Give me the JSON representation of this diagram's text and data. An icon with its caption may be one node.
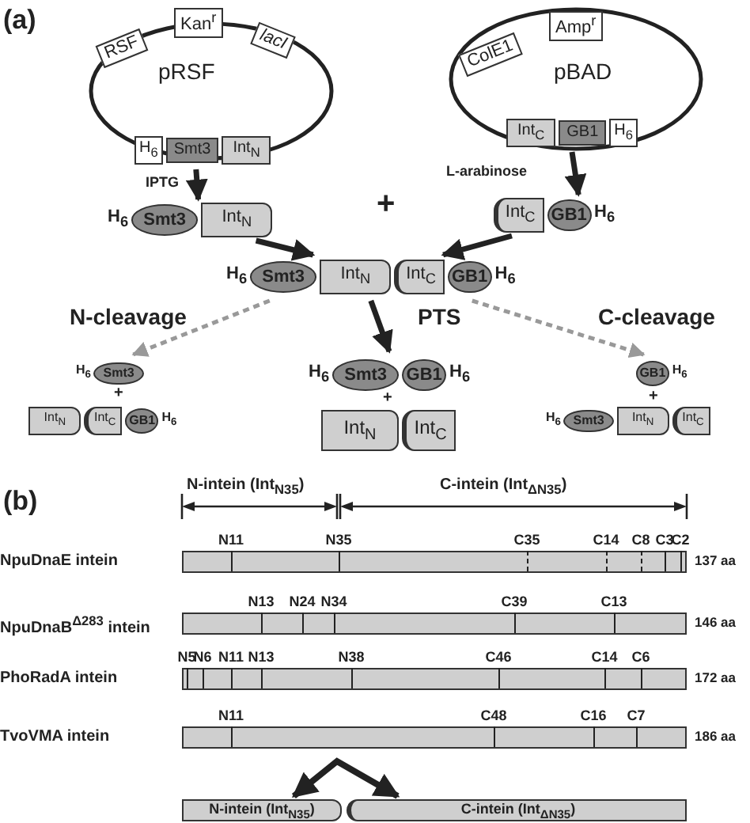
{
  "diagram": {
    "nodes": [
      {
        "text": [
          "pRSF"
        ]
      },
      {
        "text": [
          "RSF"
        ],
        "in": 0
      },
      {
        "text": [
          "Kan$^{r}$"
        ],
        "in": 0
      },
      {
        "text": [
          "lacI"
        ],
        "in": 0
      },
      {
        "text": [
          "H$_{6}$",
          "Smt3",
          "Int$_{N}$"
        ],
        "in": 0
      },
      {
        "text": [
          "pBAD"
        ]
      },
      {
        "text": [
          "ColE1"
        ],
        "in": 5
      },
      {
        "text": [
          "Amp$^{r}$"
        ],
        "in": 5
      },
      {
        "text": [
          "Int$_{C}$",
          "GB1",
          "H$_{6}$"
        ],
        "in": 5
      },
      {
        "text": [
          "H$_{6}$",
          "Smt3",
          "Int$_{N}$"
        ]
      },
      {
        "text": [
          "Int$_{C}$",
          "GB1",
          "H$_{6}$"
        ]
      },
      {
        "text": [
          "H$_{6}$",
          "Smt3",
          "Int$_{N}$",
          "Int$_{C}$",
          "GB1",
          "H$_{6}$"
        ]
      },
      {
        "text": [
          "H$_{6}$",
          "Smt3"
        ]
      },
      {
        "text": [
          "Int$_{N}$",
          "Int$_{C}$",
          "GB1",
          "H$_{6}$"
        ]
      },
      {
        "text": [
          "H$_{6}$",
          "Smt3",
          "GB1",
          "H$_{6}$"
        ]
      },
      {
        "text": [
          "Int$_{N}$",
          "Int$_{C}$"
        ]
      },
      {
        "text": [
          "GB1",
          "H$_{6}$"
        ]
      },
      {
        "text": [
          "H$_{6}$",
          "Smt3",
          "Int$_{N}$",
          "Int$_{C}$"
        ]
      },
      {
        "text": [],
        "shape": "bar",
        "beside": [
          "N11",
          "N35",
          "C35",
          "C14",
          "C8",
          "C3",
          "C2",
          "137 aa"
        ]
      },
      {
        "text": [],
        "shape": "bar",
        "beside": [
          "N13",
          "N24",
          "N34",
          "C39",
          "C13",
          "146 aa"
        ]
      },
      {
        "text": [],
        "shape": "bar",
        "beside": [
          "N5",
          "N6",
          "N11",
          "N13",
          "N38",
          "C46",
          "C14",
          "C6",
          "172 aa"
        ]
      },
      {
        "text": [],
        "shape": "bar",
        "beside": [
          "N11",
          "C48",
          "C16",
          "C7",
          "186 aa"
        ]
      },
      {
        "text": [
          "N-intein (Int$_{N35}$)"
        ]
      },
      {
        "text": [
          "C-intein (Int$_{ΔN35}$)"
        ]
      }
    ],
    "edges": [
      {
        "from": 4,
        "to": 9,
        "arrow": "to",
        "label": "IPTG"
      },
      {
        "from": 8,
        "to": 10,
        "arrow": "to",
        "label": "L-arabinose"
      },
      {
        "from": 9,
        "to": 11,
        "arrow": "to"
      },
      {
        "from": 10,
        "to": 11,
        "arrow": "to"
      },
      {
        "from": 11,
        "to": 12,
        "arrow": "to",
        "label": "N-cleavage",
        "style": "dashed",
        "color": "#999999"
      },
      {
        "from": 11,
        "to": 14,
        "arrow": "to",
        "label": "PTS"
      },
      {
        "from": 11,
        "to": 16,
        "arrow": "to",
        "label": "C-cleavage",
        "style": "dashed",
        "color": "#999999"
      },
      {
        "from": 22,
        "to": 23,
        "arrow": "both"
      }
    ],
    "labels": [
      "(a)",
      "+",
      "+",
      "+",
      "+",
      "(b)",
      "N-intein (Int$_{N35}$)",
      "C-intein (Int$_{ΔN35}$)",
      "NpuDnaE intein",
      "NpuDnaB$^{Δ283}$ intein",
      "PhoRadA intein",
      "TvoVMA intein"
    ]
  }
}
